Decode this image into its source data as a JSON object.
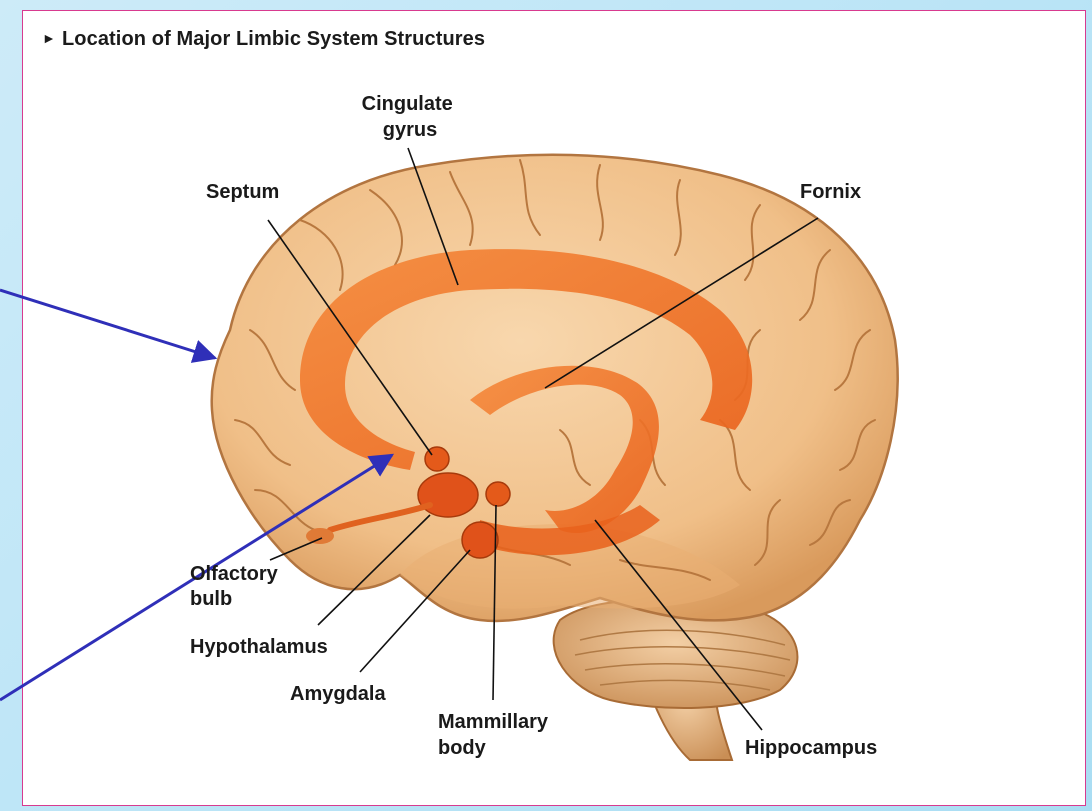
{
  "title": "Location of Major Limbic System Structures",
  "labels": {
    "cingulate_gyrus": [
      "Cingulate",
      "gyrus"
    ],
    "septum": "Septum",
    "fornix": "Fornix",
    "olfactory_bulb": [
      "Olfactory",
      "bulb"
    ],
    "hypothalamus": "Hypothalamus",
    "amygdala": "Amygdala",
    "mammillary_body": [
      "Mammillary",
      "body"
    ],
    "hippocampus": "Hippocampus"
  },
  "colors": {
    "brain": "#f2c48f",
    "limbic": "#f07a2a",
    "arrow": "#2f2fb8",
    "border": "#d83a8f"
  }
}
